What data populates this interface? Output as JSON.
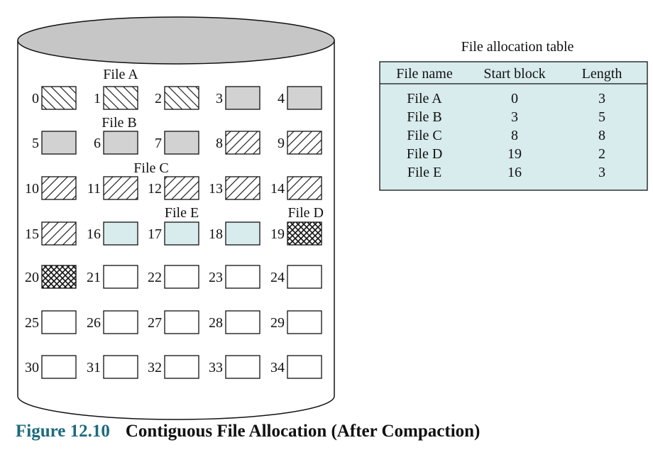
{
  "disk": {
    "blocks": [
      {
        "n": "0",
        "fill": "diag-left"
      },
      {
        "n": "1",
        "fill": "diag-left"
      },
      {
        "n": "2",
        "fill": "diag-left"
      },
      {
        "n": "3",
        "fill": "gray"
      },
      {
        "n": "4",
        "fill": "gray"
      },
      {
        "n": "5",
        "fill": "gray"
      },
      {
        "n": "6",
        "fill": "gray"
      },
      {
        "n": "7",
        "fill": "gray"
      },
      {
        "n": "8",
        "fill": "diag-right"
      },
      {
        "n": "9",
        "fill": "diag-right"
      },
      {
        "n": "10",
        "fill": "diag-right"
      },
      {
        "n": "11",
        "fill": "diag-right"
      },
      {
        "n": "12",
        "fill": "diag-right"
      },
      {
        "n": "13",
        "fill": "diag-right"
      },
      {
        "n": "14",
        "fill": "diag-right"
      },
      {
        "n": "15",
        "fill": "diag-right"
      },
      {
        "n": "16",
        "fill": "light-blue"
      },
      {
        "n": "17",
        "fill": "light-blue"
      },
      {
        "n": "18",
        "fill": "light-blue"
      },
      {
        "n": "19",
        "fill": "crosshatch"
      },
      {
        "n": "20",
        "fill": "crosshatch"
      },
      {
        "n": "21",
        "fill": "empty"
      },
      {
        "n": "22",
        "fill": "empty"
      },
      {
        "n": "23",
        "fill": "empty"
      },
      {
        "n": "24",
        "fill": "empty"
      },
      {
        "n": "25",
        "fill": "empty"
      },
      {
        "n": "26",
        "fill": "empty"
      },
      {
        "n": "27",
        "fill": "empty"
      },
      {
        "n": "28",
        "fill": "empty"
      },
      {
        "n": "29",
        "fill": "empty"
      },
      {
        "n": "30",
        "fill": "empty"
      },
      {
        "n": "31",
        "fill": "empty"
      },
      {
        "n": "32",
        "fill": "empty"
      },
      {
        "n": "33",
        "fill": "empty"
      },
      {
        "n": "34",
        "fill": "empty"
      }
    ],
    "file_labels": [
      {
        "text": "File A",
        "slot": "a"
      },
      {
        "text": "File B",
        "slot": "b"
      },
      {
        "text": "File C",
        "slot": "c"
      },
      {
        "text": "File E",
        "slot": "e"
      },
      {
        "text": "File D",
        "slot": "d"
      }
    ]
  },
  "table": {
    "title": "File allocation table",
    "headers": [
      "File name",
      "Start block",
      "Length"
    ],
    "rows": [
      [
        "File A",
        "0",
        "3"
      ],
      [
        "File B",
        "3",
        "5"
      ],
      [
        "File C",
        "8",
        "8"
      ],
      [
        "File D",
        "19",
        "2"
      ],
      [
        "File E",
        "16",
        "3"
      ]
    ]
  },
  "caption": {
    "figure_number": "Figure 12.10",
    "title": "Contiguous File Allocation (After Compaction)"
  },
  "colors": {
    "disk_top": "#c6c6c6",
    "gray_block": "#d2d2d2",
    "light_blue_block": "#d8ebed",
    "table_background": "#d8ebed",
    "caption_accent": "#1b6b7c"
  }
}
